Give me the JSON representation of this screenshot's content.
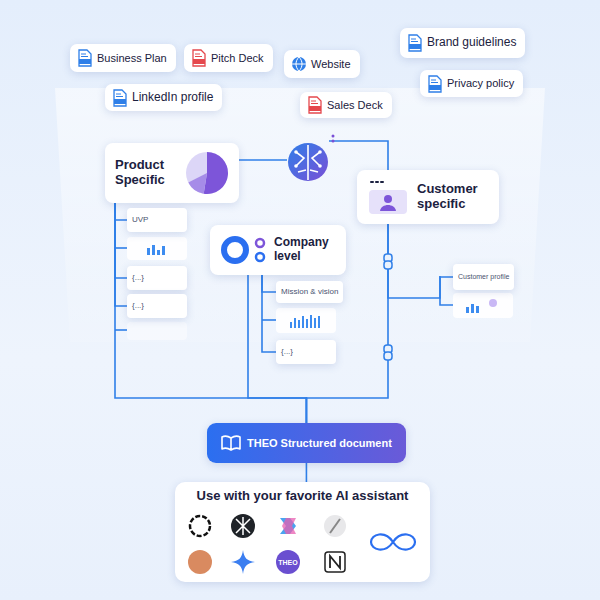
{
  "diagram": {
    "nodes": [
      {
        "text": [
          "Business Plan"
        ]
      },
      {
        "text": [
          "Pitch Deck"
        ]
      },
      {
        "text": [
          "Website"
        ]
      },
      {
        "text": [
          "Brand guidelines"
        ]
      },
      {
        "text": [
          "LinkedIn profile"
        ]
      },
      {
        "text": [
          "Sales Deck"
        ]
      },
      {
        "text": [
          "Privacy policy"
        ]
      },
      {
        "text": [
          "Product Specific"
        ]
      },
      {
        "text": [
          "Customer specific"
        ]
      },
      {
        "text": [
          "Company level"
        ]
      },
      {
        "text": [
          "UVP"
        ]
      },
      {
        "text": [
          "{...}"
        ]
      },
      {
        "text": [
          "{...}"
        ]
      },
      {
        "text": [
          "Mission & vision"
        ]
      },
      {
        "text": [
          "{...}"
        ]
      },
      {
        "text": [
          "Customer profile"
        ]
      },
      {
        "text": [
          "THEO Structured document"
        ]
      },
      {
        "text": [
          "Use with your favorite AI assistant"
        ]
      }
    ],
    "edges": [
      {
        "from": 7,
        "to": 10,
        "arrow": "none"
      },
      {
        "from": 7,
        "to": 11,
        "arrow": "none"
      },
      {
        "from": 7,
        "to": 12,
        "arrow": "none"
      },
      {
        "from": 9,
        "to": 13,
        "arrow": "none"
      },
      {
        "from": 9,
        "to": 14,
        "arrow": "none"
      },
      {
        "from": 8,
        "to": 15,
        "arrow": "none"
      },
      {
        "from": 7,
        "to": 16,
        "arrow": "none"
      },
      {
        "from": 9,
        "to": 16,
        "arrow": "none"
      },
      {
        "from": 8,
        "to": 16,
        "arrow": "none"
      },
      {
        "from": 16,
        "to": 17,
        "arrow": "none"
      }
    ],
    "labels": [
      "THEO"
    ]
  }
}
